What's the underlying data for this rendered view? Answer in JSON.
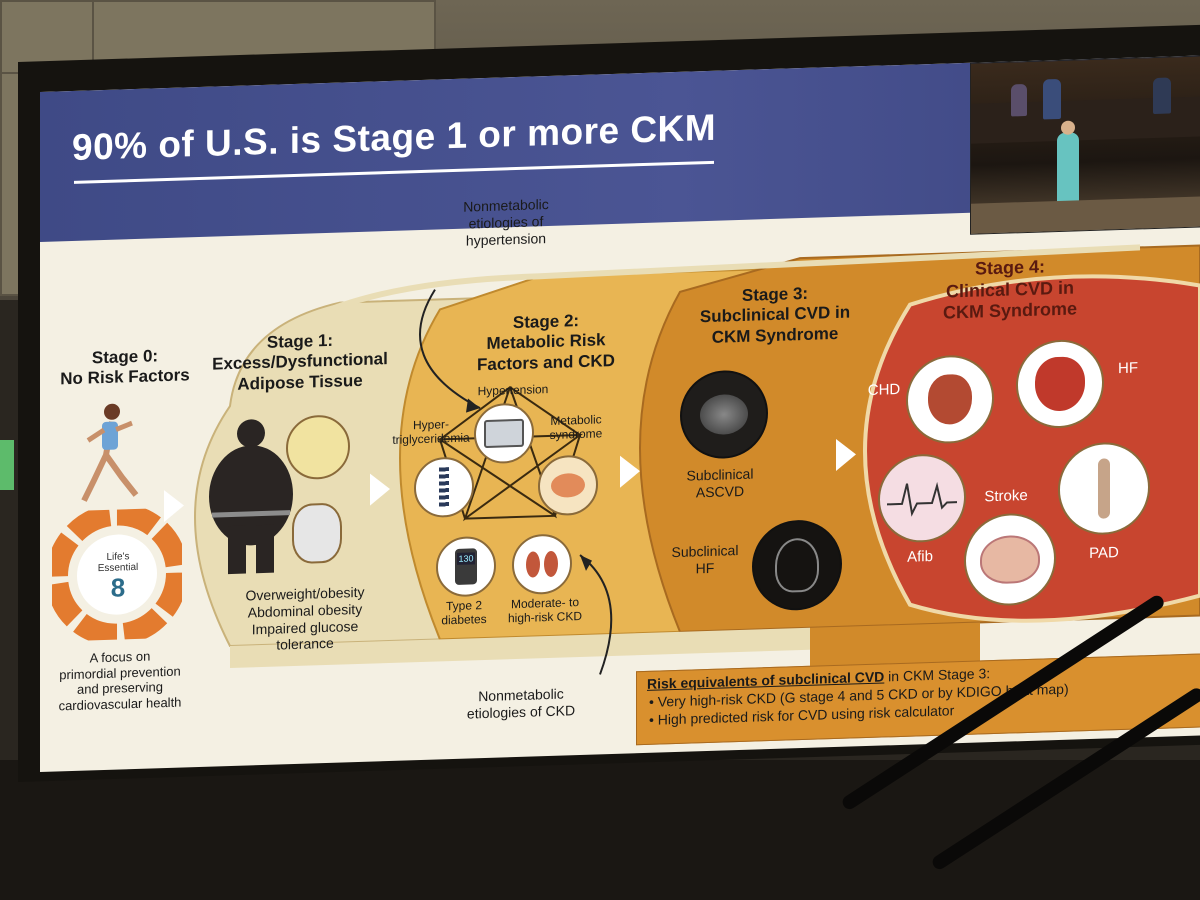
{
  "slide": {
    "title": "90% of U.S. is Stage 1 or more CKM"
  },
  "stage0": {
    "heading_line1": "Stage 0:",
    "heading_line2": "No Risk Factors",
    "badge_line1": "Life's",
    "badge_line2": "Essential",
    "badge_number": "8",
    "caption": [
      "A focus on",
      "primordial prevention",
      "and preserving",
      "cardiovascular health"
    ]
  },
  "stage1": {
    "heading_line1": "Stage 1:",
    "heading_line2": "Excess/Dysfunctional",
    "heading_line3": "Adipose Tissue",
    "caption": [
      "Overweight/obesity",
      "Abdominal obesity",
      "Impaired glucose",
      "tolerance"
    ]
  },
  "stage2": {
    "heading_line1": "Stage 2:",
    "heading_line2": "Metabolic Risk",
    "heading_line3": "Factors and CKD",
    "items": {
      "hypertension": "Hypertension",
      "hypertriglyceridemia_1": "Hyper-",
      "hypertriglyceridemia_2": "triglyceridemia",
      "metabolic_1": "Metabolic",
      "metabolic_2": "syndrome",
      "diabetes_1": "Type 2",
      "diabetes_2": "diabetes",
      "ckd_1": "Moderate- to",
      "ckd_2": "high-risk CKD",
      "glucometer_reading": "130"
    },
    "note_top": [
      "Nonmetabolic",
      "etiologies of",
      "hypertension"
    ],
    "note_bottom": [
      "Nonmetabolic",
      "etiologies of CKD"
    ]
  },
  "stage3": {
    "heading_line1": "Stage 3:",
    "heading_line2": "Subclinical CVD in",
    "heading_line3": "CKM Syndrome",
    "ascvd_1": "Subclinical",
    "ascvd_2": "ASCVD",
    "hf_1": "Subclinical",
    "hf_2": "HF"
  },
  "stage4": {
    "heading_line1": "Stage 4:",
    "heading_line2": "Clinical CVD in",
    "heading_line3": "CKM Syndrome",
    "chd": "CHD",
    "hf": "HF",
    "afib": "Afib",
    "stroke": "Stroke",
    "pad": "PAD"
  },
  "risk_box": {
    "title_underlined": "Risk equivalents of subclinical CVD",
    "title_rest": " in CKM Stage 3:",
    "bullet1": "• Very high-risk CKD (G stage 4 and 5 CKD or by KDIGO heat map)",
    "bullet2": "• High predicted risk for CVD using risk calculator"
  },
  "colors": {
    "title_band": "#4b5594",
    "stage1_fill": "#e9ddb5",
    "stage2_fill": "#e8b553",
    "stage3_fill": "#d18a2a",
    "stage4_fill": "#c8452f",
    "risk_box": "#d9902e"
  }
}
